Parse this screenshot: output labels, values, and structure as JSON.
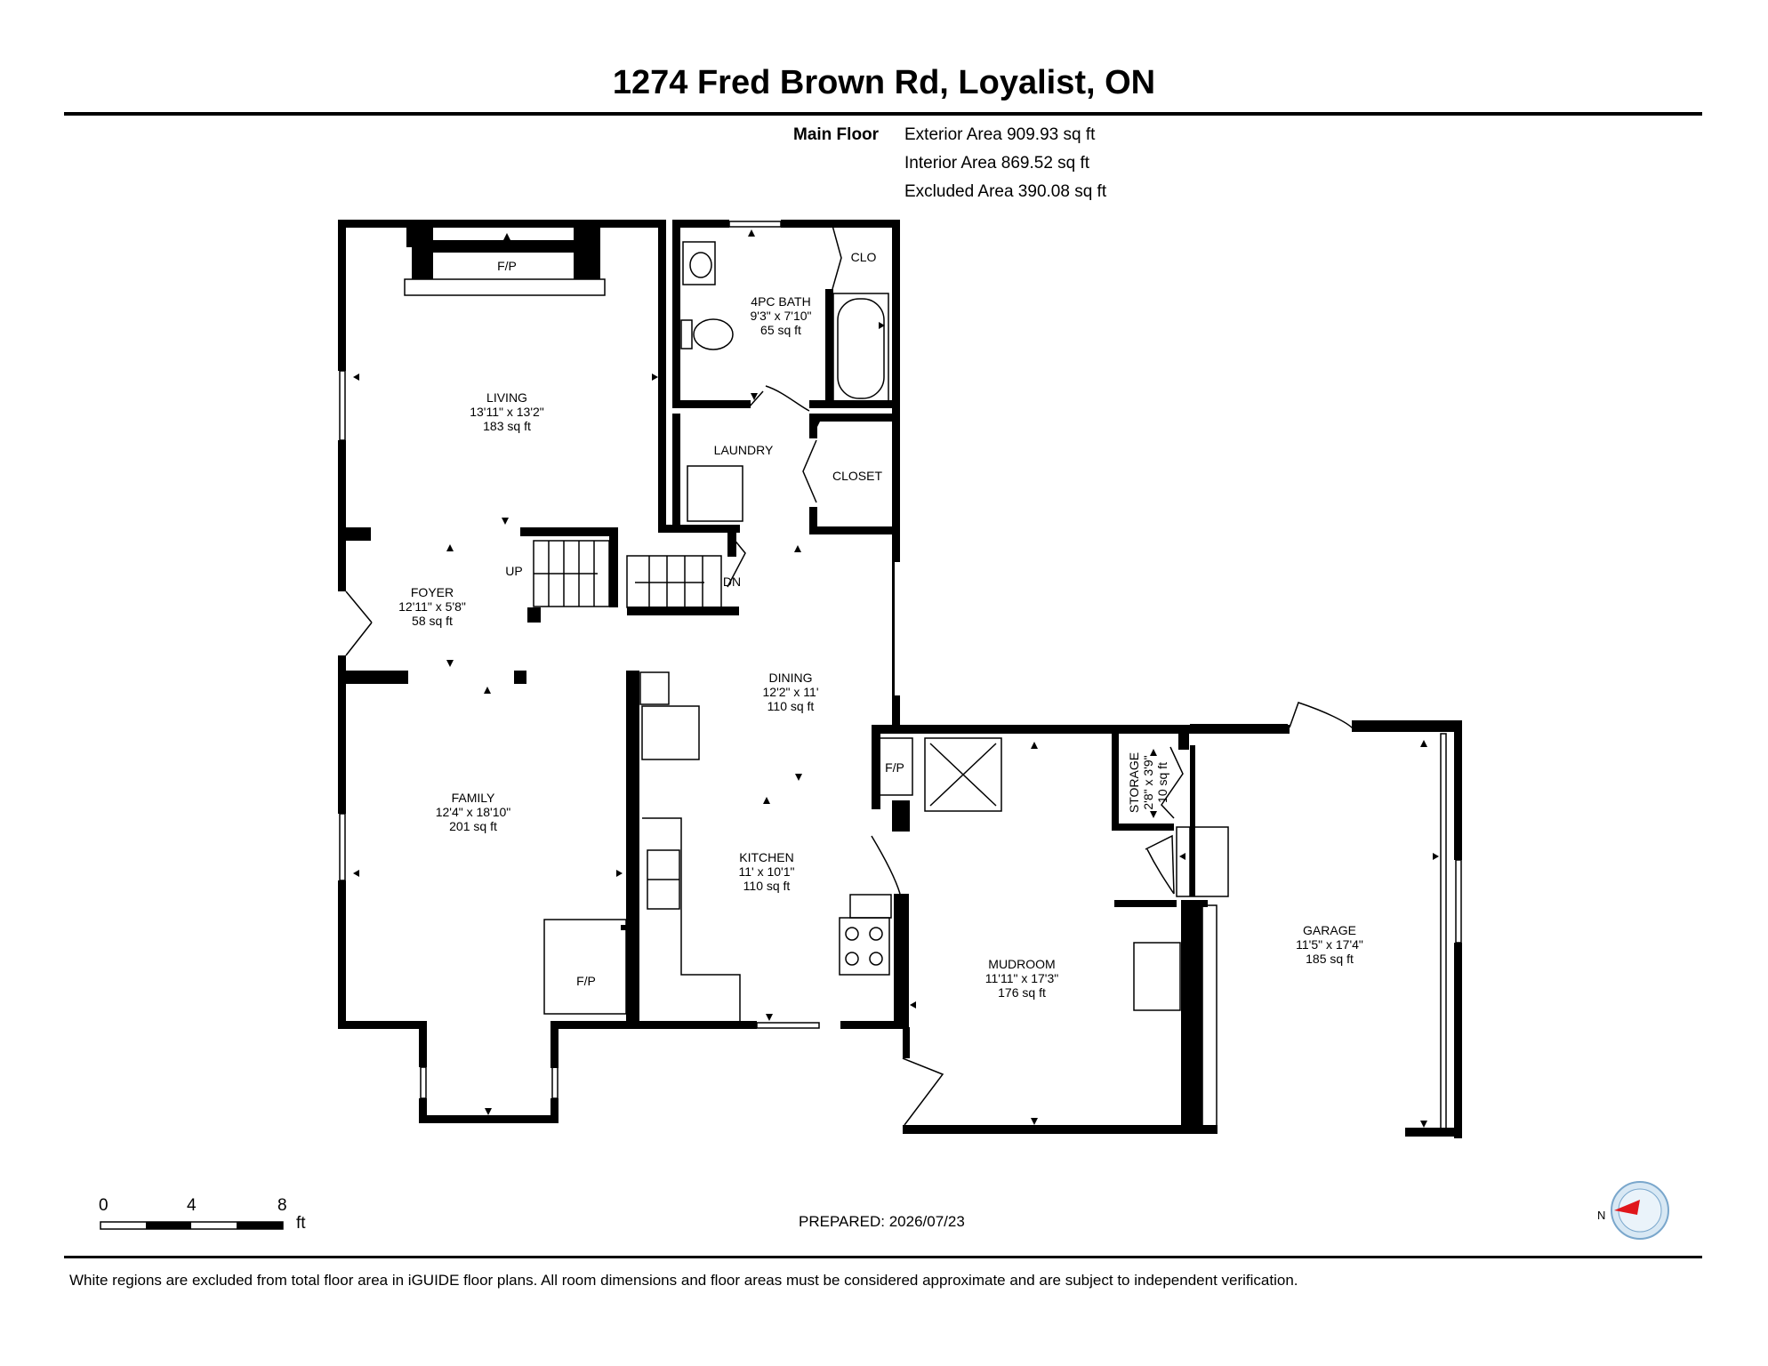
{
  "header": {
    "title": "1274 Fred Brown Rd, Loyalist, ON"
  },
  "area": {
    "floor_name": "Main Floor",
    "exterior": "Exterior Area 909.93 sq ft",
    "interior": "Interior Area 869.52 sq ft",
    "excluded": "Excluded Area 390.08 sq ft"
  },
  "rooms": {
    "living": {
      "name": "LIVING",
      "dims": "13'11\" x 13'2\"",
      "area": "183 sq ft"
    },
    "bath": {
      "name": "4PC BATH",
      "dims": "9'3\" x 7'10\"",
      "area": "65 sq ft"
    },
    "laundry": {
      "name": "LAUNDRY"
    },
    "closet": {
      "name": "CLOSET"
    },
    "clo": {
      "name": "CLO"
    },
    "foyer": {
      "name": "FOYER",
      "dims": "12'11\" x 5'8\"",
      "area": "58 sq ft"
    },
    "dining": {
      "name": "DINING",
      "dims": "12'2\" x 11'",
      "area": "110 sq ft"
    },
    "family": {
      "name": "FAMILY",
      "dims": "12'4\" x 18'10\"",
      "area": "201 sq ft"
    },
    "kitchen": {
      "name": "KITCHEN",
      "dims": "11' x 10'1\"",
      "area": "110 sq ft"
    },
    "mudroom": {
      "name": "MUDROOM",
      "dims": "11'11\" x 17'3\"",
      "area": "176 sq ft"
    },
    "garage": {
      "name": "GARAGE",
      "dims": "11'5\" x 17'4\"",
      "area": "185 sq ft"
    },
    "storage": {
      "name": "STORAGE",
      "dims": "2'8\" x 3'9\"",
      "area": "10 sq ft"
    }
  },
  "fixtures": {
    "fp": "F/P",
    "up": "UP",
    "dn": "DN"
  },
  "scale": {
    "ticks": [
      "0",
      "4",
      "8"
    ],
    "unit": "ft"
  },
  "compass": {
    "label": "N",
    "color": "#e0161b"
  },
  "footer": {
    "prepared": "PREPARED: 2026/07/23",
    "disclaimer": "White regions are excluded from total floor area in iGUIDE floor plans. All room dimensions and floor areas must be considered approximate and are subject to independent verification."
  }
}
